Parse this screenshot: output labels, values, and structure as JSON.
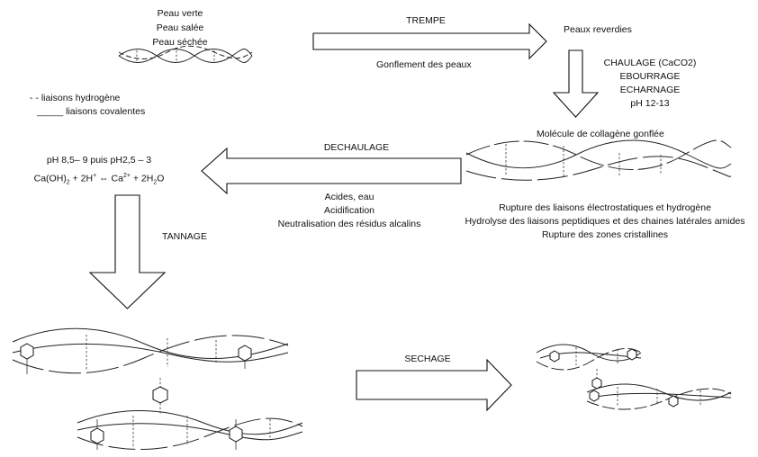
{
  "stages": {
    "raw": [
      "Peau verte",
      "Peau salée",
      "Peau séchée"
    ],
    "rehydrated": "Peaux reverdies",
    "swollen_molecule": "Molécule de collagène gonflée"
  },
  "legend": {
    "hydrogen": "- - liaisons hydrogène",
    "covalent": "_____ liaisons covalentes"
  },
  "steps": {
    "trempe": {
      "title": "TREMPE",
      "note": "Gonflement des peaux"
    },
    "chaulage": {
      "lines": [
        "CHAULAGE (CaCO2)",
        "EBOURRAGE",
        "ECHARNAGE",
        "pH 12-13"
      ]
    },
    "dechaulage": {
      "title": "DECHAULAGE",
      "notes": [
        "Acides, eau",
        "Acidification",
        "Neutralisation des résidus alcalins"
      ]
    },
    "tannage": {
      "title": "TANNAGE"
    },
    "sechage": {
      "title": "SECHAGE"
    }
  },
  "swelling_effects": [
    "Rupture des liaisons électrostatiques et hydrogène",
    "Hydrolyse des liaisons peptidiques et des chaines latérales amides",
    "Rupture des zones cristallines"
  ],
  "ph_note": "pH 8,5– 9 puis pH2,5 – 3",
  "equation": {
    "lhs": "Ca(OH)",
    "sub1": "2",
    "mid1": " + 2H",
    "sup1": "+",
    "mid2": " ⇔ Ca",
    "sup2": "2+",
    "mid3": " + 2H",
    "sub2": "2",
    "end": "O"
  },
  "colors": {
    "line": "#111111",
    "background": "#ffffff"
  }
}
